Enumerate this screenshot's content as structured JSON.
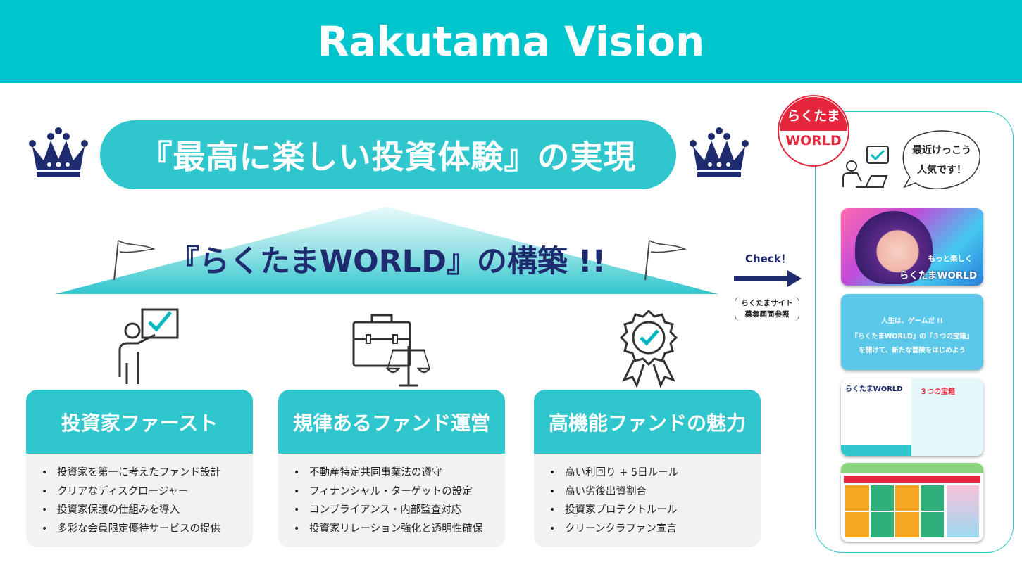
{
  "header": {
    "title": "Rakutama Vision"
  },
  "vision": {
    "text": "『最高に楽しい投資体験』の実現"
  },
  "world": {
    "text": "『らくたまWORLD』の構築 !!"
  },
  "pillars": [
    {
      "title": "投資家ファースト",
      "icon": "person-checkmark-icon",
      "items": [
        "投資家を第一に考えたファンド設計",
        "クリアなディスクロージャー",
        "投資家保護の仕組みを導入",
        "多彩な会員限定優待サービスの提供"
      ]
    },
    {
      "title": "規律あるファンド運営",
      "icon": "briefcase-scale-icon",
      "items": [
        "不動産特定共同事業法の遵守",
        "フィナンシャル・ターゲットの設定",
        "コンプライアンス・内部監査対応",
        "投資家リレーション強化と透明性確保"
      ]
    },
    {
      "title": "高機能ファンドの魅力",
      "icon": "award-badge-icon",
      "items": [
        "高い利回り + 5日ルール",
        "高い劣後出資割合",
        "投資家プロテクトルール",
        "クリーンクラファン宣言"
      ]
    }
  ],
  "check": {
    "label": "Check！",
    "note_line1": "らくたまサイト",
    "note_line2": "募集画面参照"
  },
  "side": {
    "badge_top": "らくたま",
    "badge_bottom": "WORLD",
    "bubble_line1": "最近けっこう",
    "bubble_line2": "人気です！",
    "card1_line1": "もっと楽しく",
    "card1_line2": "らくたまWORLD",
    "card2_line1": "人生は、ゲームだ !!",
    "card2_line2": "『らくたまWORLD』の『３つの宝箱』",
    "card2_line3": "を開けて、新たな冒険をはじめよう",
    "card3_title": "らくたまWORLD",
    "card3_right": "３つの宝箱"
  },
  "colors": {
    "teal": "#00c5cd",
    "navy": "#1e2b6e",
    "red": "#e5263c",
    "panel": "#f2f2f2"
  }
}
